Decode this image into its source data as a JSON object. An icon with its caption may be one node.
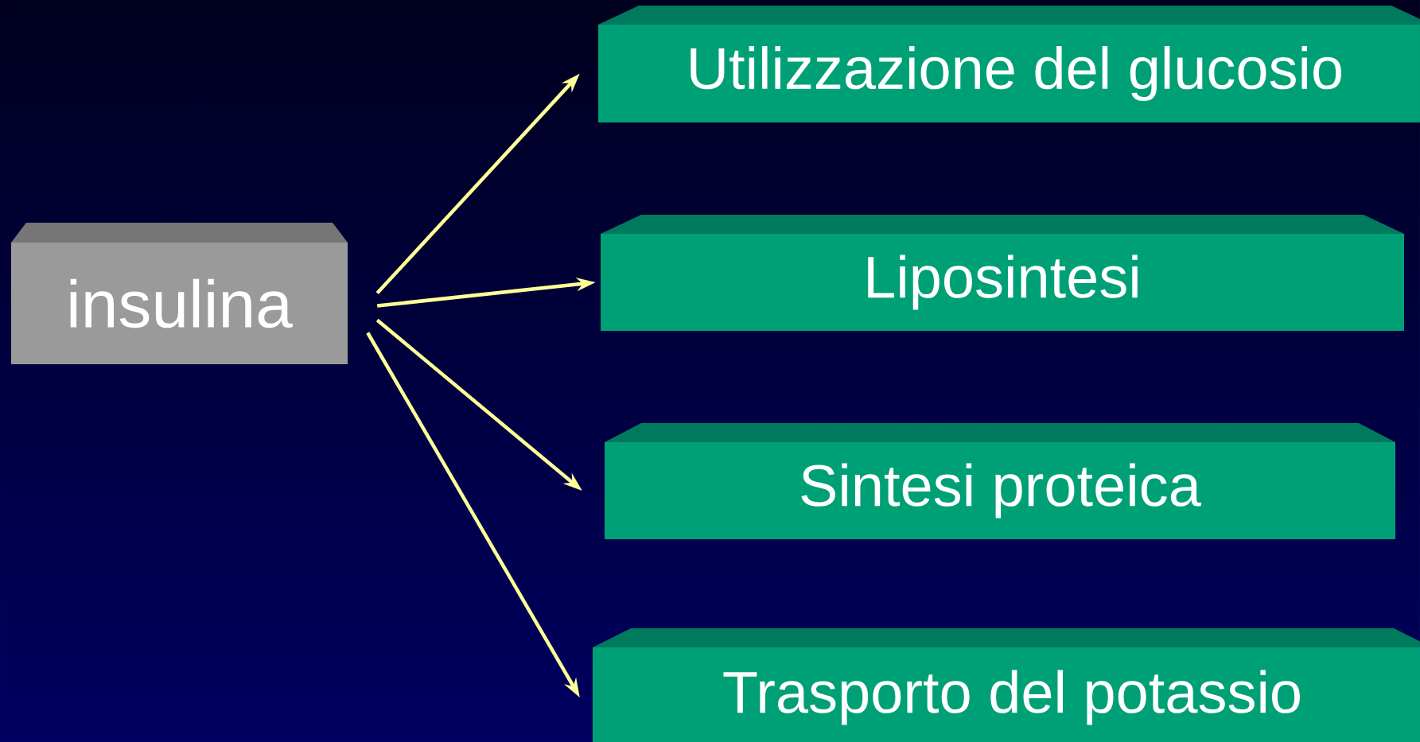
{
  "diagram": {
    "nodes": [
      {
        "text": [
          "insulina"
        ]
      },
      {
        "text": [
          "Utilizzazione del glucosio"
        ]
      },
      {
        "text": [
          "Liposintesi"
        ]
      },
      {
        "text": [
          "Sintesi proteica"
        ]
      },
      {
        "text": [
          "Trasporto del potassio"
        ]
      }
    ],
    "edges": [
      {
        "from": 0,
        "to": 1,
        "arrow": "to"
      },
      {
        "from": 0,
        "to": 2,
        "arrow": "to"
      },
      {
        "from": 0,
        "to": 3,
        "arrow": "to"
      },
      {
        "from": 0,
        "to": 4,
        "arrow": "to"
      }
    ]
  }
}
